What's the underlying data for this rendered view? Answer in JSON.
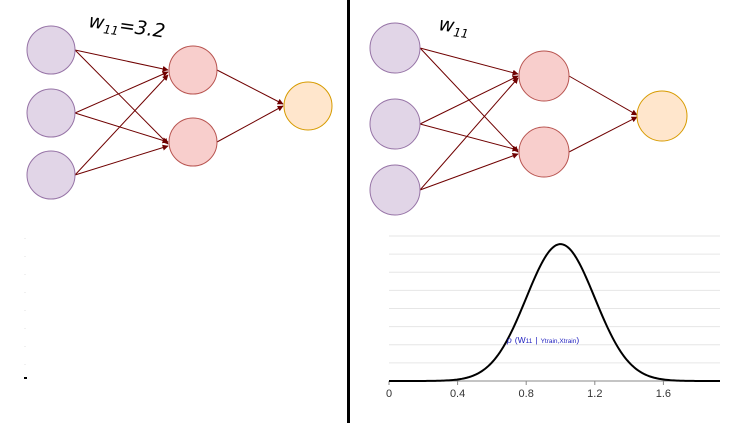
{
  "left_panel": {
    "weight_label": {
      "symbol": "w",
      "subscript": "11",
      "value_text": "=3.2"
    }
  },
  "right_panel": {
    "weight_label": {
      "symbol": "w",
      "subscript": "11"
    },
    "posterior_annotation": {
      "p": "p",
      "open": "(W",
      "sub_w": "11",
      "bar": "|",
      "y": "Y",
      "sub_y": "train",
      "comma": ",X",
      "sub_x": "train",
      "close": ")"
    }
  },
  "colors": {
    "input_fill": "#e1d5e7",
    "input_stroke": "#9673a6",
    "hidden_fill": "#f8cecc",
    "hidden_stroke": "#b85450",
    "output_fill": "#ffe6cc",
    "output_stroke": "#d79b00",
    "edge": "#6f0000",
    "divider": "#000000",
    "curve": "#000000"
  },
  "chart_data": {
    "type": "line",
    "series": [
      {
        "mean": 1.0,
        "std": 0.2
      }
    ],
    "x_ticks": [
      "0",
      "0.4",
      "0.8",
      "1.2",
      "1.6"
    ],
    "x_tick_values": [
      0,
      0.4,
      0.8,
      1.2,
      1.6
    ],
    "xlim": [
      0,
      1.93
    ],
    "ylim": [
      0,
      1.03
    ],
    "grid": true
  }
}
